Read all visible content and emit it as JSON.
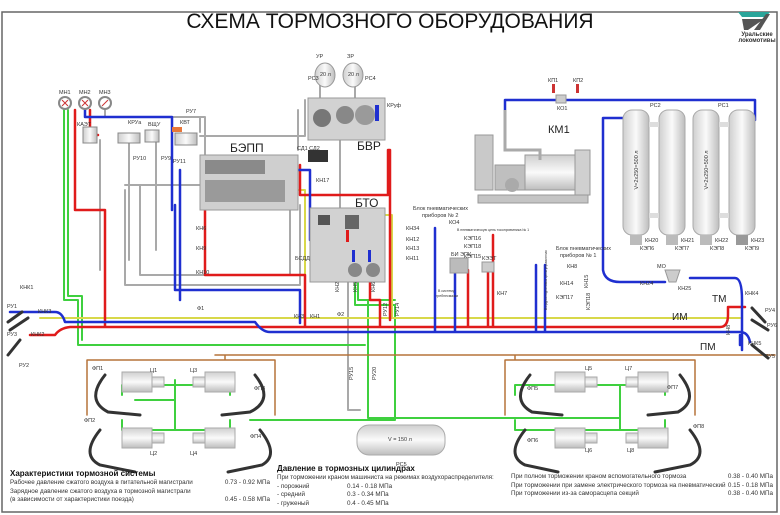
{
  "header": {
    "title": "СХЕМА ТОРМОЗНОГО ОБОРУДОВАНИЯ",
    "logo_text_1": "Уральские",
    "logo_text_2": "локомотивы"
  },
  "colors": {
    "feed_line": "#1f2fd0",
    "brake_line": "#e01b1b",
    "control_line": "#d8d84a",
    "cylinder_line": "#3fd03f",
    "sander_line": "#b5733a",
    "aux_line": "#a9a9a9"
  },
  "labels": {
    "MN1": "МН1",
    "MN2": "МН2",
    "MN3": "МН3",
    "KAET": "КАЭТ",
    "KRUa": "КРУа",
    "VSHU": "ВЩУ",
    "KVT": "КВТ",
    "RU7": "РУ7",
    "RU10": "РУ10",
    "RU9": "РУ9",
    "RU11": "РУ11",
    "BEPP": "БЭПП",
    "RS3": "РС3",
    "RS4": "РС4",
    "RS3_vol": "20 л",
    "RS4_vol": "20 л",
    "BVR": "БВР",
    "KRuf": "КРуф",
    "SD1SD2": "СД1 СД2",
    "KN17": "КН17",
    "BTO": "БТО",
    "BSDD": "БСДД",
    "KN6": "КН6",
    "KN9": "КН9",
    "KN10": "КН10",
    "F1": "Ф1",
    "F2": "Ф2",
    "KN3": "КН3",
    "KN1": "КН1",
    "KN2": "КН2",
    "KN5": "КН5",
    "KN6b": "КН6",
    "RU12": "РУ12",
    "RU14": "РУ14",
    "KM1": "КМ1",
    "KP1": "КП1",
    "KP2": "КП2",
    "KO1": "КО1",
    "block2_1": "Блок пневматических",
    "block2_2": "приборов № 2",
    "KO4": "КО4",
    "KO4_note": "В пневматическую цепь токоприемника № 1",
    "KN34": "КН34",
    "KN12": "КН12",
    "KN13": "КН13",
    "KN11": "КН11",
    "KEP16": "КЭП16",
    "KEP18": "КЭП18",
    "KEP15": "КЭП15",
    "lub_1": "В систему",
    "lub_2": "гребнесмазки",
    "BIEPK": "БИ ЭПК",
    "KEET": "КЭЭТ",
    "KN7": "КН7",
    "block1_1": "Блок пневматических",
    "block1_2": "приборов № 1",
    "air_note": "Воздухоподготовка цепи управления",
    "KN8": "КН8",
    "KN14": "КН14",
    "KN15": "КН15",
    "KEP17": "КЭП17",
    "KEP18b": "КЭП18",
    "RS2": "РС2",
    "RS1": "РС1",
    "RS2_vol": "V=2х250=500 л",
    "RS1_vol": "V=2х250=500 л",
    "KN20": "КН20",
    "KN21": "КН21",
    "KN22": "КН22",
    "KN23": "КН23",
    "KEP6": "КЭП6",
    "KEP7": "КЭП7",
    "KEP8": "КЭП8",
    "KEP9": "КЭП9",
    "MO": "МО",
    "KN24": "КН24",
    "KN25": "КН25",
    "TM": "ТМ",
    "IM": "ИМ",
    "PM": "ПМ",
    "KNK4": "КНК4",
    "KNK5": "КНК5",
    "KN8b": "КН8",
    "RU4": "РУ4",
    "RU6": "РУ6",
    "RU5": "РУ5",
    "KNK1": "КНК1",
    "KNK3": "КНК3",
    "KNK2": "КНК2",
    "RU1": "РУ1",
    "RU3": "РУ3",
    "RU2": "РУ2",
    "RU15": "РУ15",
    "RU20": "РУ20",
    "RS5": "РС5",
    "RS5_vol": "V = 150 л",
    "FP1": "ФП1",
    "FP2": "ФП2",
    "FP3": "ФП3",
    "FP4": "ФП4",
    "FP5": "ФП5",
    "FP6": "ФП6",
    "FP7": "ФП7",
    "FP8": "ФП8",
    "C1": "Ц1",
    "C2": "Ц2",
    "C3": "Ц3",
    "C4": "Ц4",
    "C5": "Ц5",
    "C6": "Ц6",
    "C7": "Ц7",
    "C8": "Ц8"
  },
  "specs": {
    "title": "Характеристики тормозной системы",
    "rows": [
      {
        "label": "Рабочее давление сжатого воздуха в питательной магистрали",
        "value": "0.73 - 0.92 МПа"
      },
      {
        "label": "Зарядное давление сжатого воздуха в тормозной магистрали",
        "value": ""
      },
      {
        "label": "(в зависимости от характеристики поезда)",
        "value": "0.45 - 0.58 МПа"
      }
    ]
  },
  "cylinder_pressure": {
    "title": "Давление в тормозных цилиндрах",
    "subtitle": "При торможении краном машиниста на режимах воздухораспределителя:",
    "rows": [
      {
        "label": "- порожний",
        "value": "0.14 - 0.18 МПа"
      },
      {
        "label": "- средний",
        "value": "0.3 - 0.34 МПа"
      },
      {
        "label": "- груженый",
        "value": "0.4 - 0.45 МПа"
      }
    ],
    "extra": [
      {
        "label": "При полном торможении краном вспомогательного тормоза",
        "value": "0.38 - 0.40 МПа"
      },
      {
        "label": "При торможении при замене электрического тормоза на пневматический",
        "value": "0.15 - 0.18 МПа"
      },
      {
        "label": "При торможении из-за саморасцепа секций",
        "value": "0.38 - 0.40 МПа"
      }
    ]
  }
}
